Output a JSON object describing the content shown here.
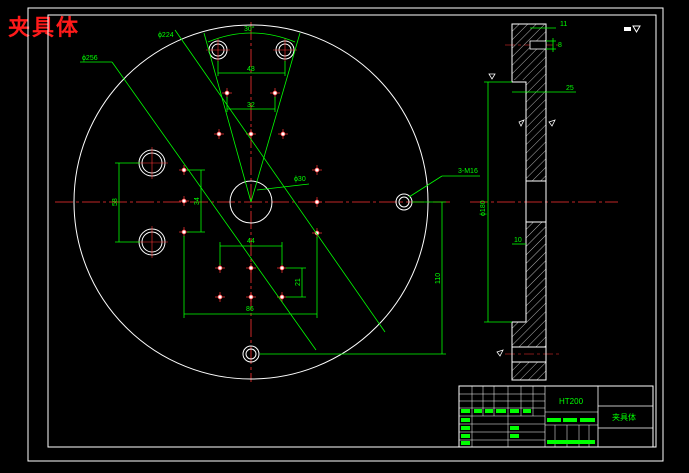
{
  "watermark": "夹具体",
  "annotations": {
    "dia224": "ϕ224",
    "dia256": "ϕ256",
    "angle30": "30°",
    "dim48": "48",
    "dim32": "32",
    "dim58": "58",
    "dim34": "34",
    "dia30": "ϕ30",
    "thread": "3-M16",
    "dim44": "44",
    "dim21": "21",
    "dim86": "86",
    "dim110": "110",
    "dim11": "11",
    "dim8": "8",
    "dim25": "25",
    "dim10": "10",
    "dia180": "ϕ180"
  },
  "title_block": {
    "material": "HT200",
    "part_name": "夹具体"
  },
  "colors": {
    "background": "#000000",
    "outline": "#ffffff",
    "dimension": "#00ff00",
    "center_line": "#ff3333",
    "hole_marker": "#ff3333",
    "watermark": "#ff1a1a",
    "hatch": "#ffffff"
  }
}
